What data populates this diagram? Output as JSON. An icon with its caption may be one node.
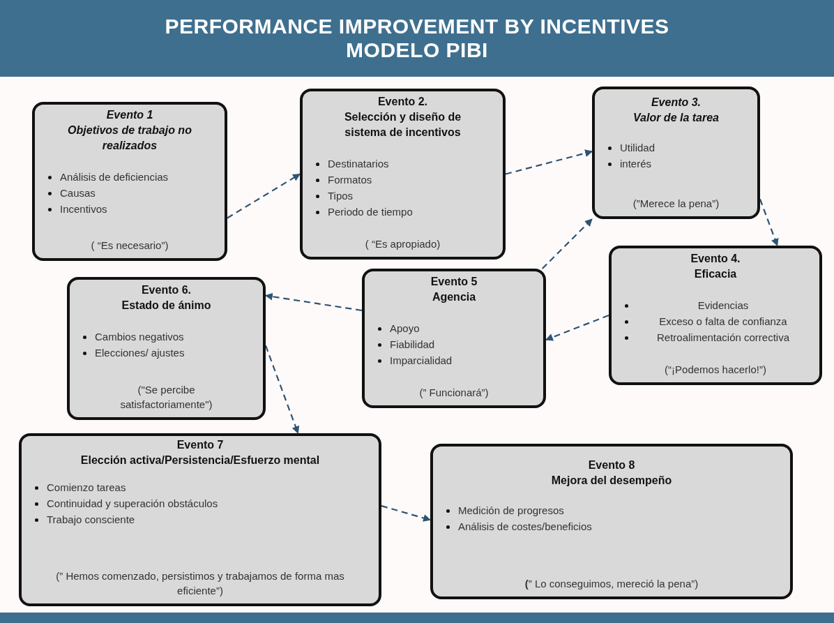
{
  "diagram": {
    "title": "PERFORMANCE IMPROVEMENT BY INCENTIVES MODELO PIBI",
    "nodes": [
      {
        "text": [
          "Evento 1",
          "Objetivos de trabajo no realizados",
          "Análisis de deficiencias",
          "Causas",
          "Incentivos",
          "( “Es necesario”)"
        ]
      },
      {
        "text": [
          "Evento 2.",
          "Selección y diseño de sistema de incentivos",
          "Destinatarios",
          "Formatos",
          "Tipos",
          "Periodo de tiempo",
          "( “Es apropiado)"
        ]
      },
      {
        "text": [
          "Evento 3.",
          "Valor de la tarea",
          "Utilidad",
          "interés",
          "(”Merece la pena”)"
        ]
      },
      {
        "text": [
          "Evento 4.",
          "Eficacia",
          "Evidencias",
          "Exceso o falta de confianza",
          "Retroalimentación correctiva",
          "(“¡Podemos hacerlo!”)"
        ]
      },
      {
        "text": [
          "Evento 5",
          "Agencia",
          "Apoyo",
          "Fiabilidad",
          "Imparcialidad",
          "(” Funcionará”)"
        ]
      },
      {
        "text": [
          "Evento 6.",
          "Estado de ánimo",
          "Cambios negativos",
          "Elecciones/ ajustes",
          "(\"Se percibe satisfactoriamente\")"
        ]
      },
      {
        "text": [
          "Evento 7",
          "Elección activa/Persistencia/Esfuerzo mental",
          "Comienzo tareas",
          "Continuidad y superación obstáculos",
          "Trabajo consciente",
          "(” Hemos comenzado, persistimos y trabajamos de forma mas eficiente”)"
        ]
      },
      {
        "text": [
          "Evento 8",
          "Mejora del desempeño",
          "Medición de progresos",
          "Análisis de costes/beneficios",
          "**(**” Lo conseguimos, mereció la pena”)"
        ]
      }
    ],
    "edges": [
      {
        "from": 0,
        "to": 1,
        "arrow": "to",
        "style": "dashed"
      },
      {
        "from": 1,
        "to": 2,
        "arrow": "to",
        "style": "dashed"
      },
      {
        "from": 2,
        "to": 3,
        "arrow": "to",
        "style": "dashed"
      },
      {
        "from": 3,
        "to": 4,
        "arrow": "to",
        "style": "dashed"
      },
      {
        "from": 4,
        "to": 2,
        "arrow": "to",
        "style": "dashed"
      },
      {
        "from": 4,
        "to": 5,
        "arrow": "to",
        "style": "dashed"
      },
      {
        "from": 5,
        "to": 6,
        "arrow": "to",
        "style": "dashed"
      },
      {
        "from": 6,
        "to": 7,
        "arrow": "to",
        "style": "dashed"
      }
    ]
  }
}
